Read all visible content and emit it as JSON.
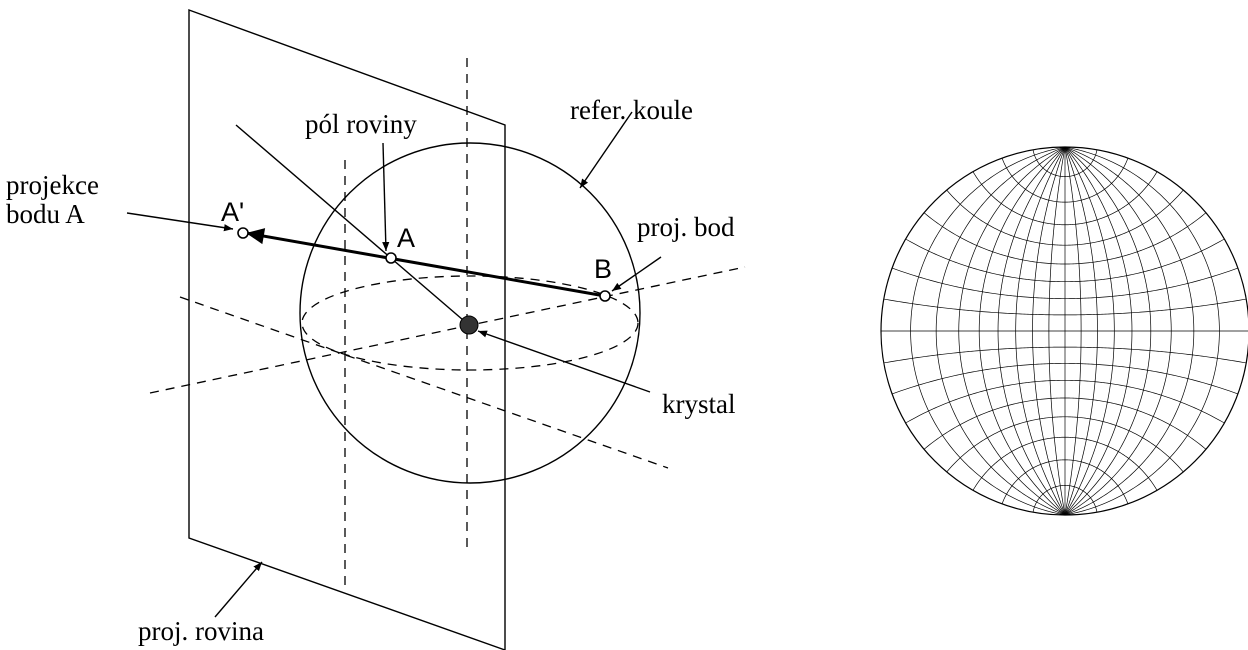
{
  "diagram": {
    "labels": {
      "projection_line1": "projekce",
      "projection_line2": "bodu A",
      "pole_of_plane": "pól roviny",
      "reference_sphere": "refer. koule",
      "projected_point": "proj. bod",
      "crystal": "krystal",
      "projection_plane": "proj. rovina",
      "point_a_prime": "A'",
      "point_a": "A",
      "point_b": "B"
    }
  },
  "wulff_net": {
    "great_circle_step_deg": 10,
    "small_circle_step_deg": 10
  }
}
